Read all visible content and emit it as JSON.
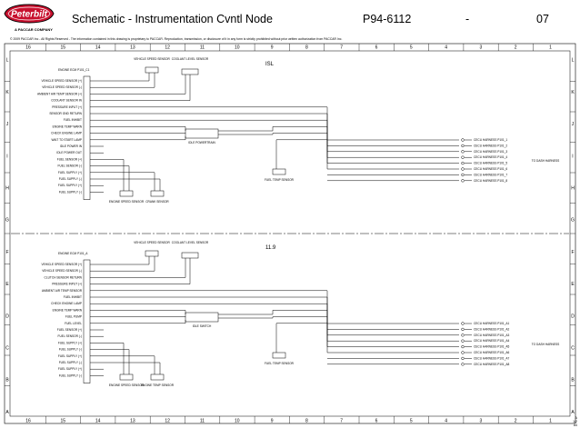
{
  "header": {
    "logo_text": "Peterbilt",
    "company": "A PACCAR COMPANY",
    "title": "Schematic - Instrumentation Cvntl Node",
    "doc_number": "P94-6112",
    "dash": "-",
    "revision": "07",
    "copyright": "© 2009 PACCAR Inc - All Rights Reserved - The information contained in this drawing is proprietary to PACCAR. Reproduction, transmission, or disclosure of it in any form is strictly prohibited without prior written authorization from PACCAR Inc."
  },
  "grid": {
    "columns": [
      "16",
      "15",
      "14",
      "13",
      "12",
      "11",
      "10",
      "9",
      "8",
      "7",
      "6",
      "5",
      "4",
      "3",
      "2",
      "1"
    ],
    "rows": [
      "L",
      "K",
      "J",
      "I",
      "H",
      "G",
      "F",
      "E",
      "D",
      "C",
      "B",
      "A"
    ]
  },
  "sections": {
    "upper": {
      "label": "ISL",
      "ecm_label": "ENGINE ECM  P101_C1",
      "ecm_pins": [
        "VEHICLE SPEED SENSOR (+)",
        "VEHICLE SPEED SENSOR (-)",
        "AMBIENT AIR TEMP SENSOR (+)",
        "COOLANT SENSOR IN",
        "PRESSURE INPUT (+)",
        "SENSOR GND RETURN",
        "FUEL INHIBIT",
        "ENGINE TEMP WARN",
        "CHECK ENGINE LAMP",
        "WAIT TO START LAMP",
        "IDLE POWER IN",
        "IDLE POWER OUT",
        "FUEL SENSOR (+)",
        "FUEL SENSOR (-)",
        "FUEL SUPPLY (+)",
        "FUEL SUPPLY (-)",
        "FUEL SUPPLY (+)",
        "FUEL SUPPLY (-)"
      ],
      "vss_label": "VEHICLE SPEED SENSOR",
      "coolant_label": "COOLANT LEVEL SENSOR",
      "idle_label": "IDLE POWERTRAIN",
      "fuel_temp_label": "FUEL TEMP SENSOR",
      "engine_speed_label": "ENGINE SPEED SENSOR",
      "crank_label": "CRANK SENSOR",
      "to_dash_label": "TO DASH HARNESS",
      "harness_lines": [
        "CECU HARNESS P101_1",
        "CECU HARNESS P101_2",
        "CECU HARNESS P101_3",
        "CECU HARNESS P101_4",
        "CECU HARNESS P101_5",
        "CECU HARNESS P101_6",
        "CECU HARNESS P101_7",
        "CECU HARNESS P101_8"
      ]
    },
    "lower": {
      "label": "11.9",
      "ecm_label": "ENGINE ECM  P101_A",
      "ecm_pins": [
        "VEHICLE SPEED SENSOR (+)",
        "VEHICLE SPEED SENSOR (-)",
        "CLUTCH SENSOR RETURN",
        "PRESSURE INPUT (+)",
        "AMBIENT AIR TEMP SENSOR",
        "FUEL INHIBIT",
        "CHECK ENGINE LAMP",
        "ENGINE TEMP WARN",
        "FUEL PUMP",
        "FUEL LEVEL",
        "FUEL SENSOR (+)",
        "FUEL SENSOR (-)",
        "FUEL SUPPLY (+)",
        "FUEL SUPPLY (-)",
        "FUEL SUPPLY (+)",
        "FUEL SUPPLY (-)",
        "FUEL SUPPLY (+)",
        "FUEL SUPPLY (-)"
      ],
      "vss_label": "VEHICLE SPEED SENSOR",
      "coolant_label": "COOLANT LEVEL SENSOR",
      "idle_label": "IDLE SWITCH",
      "fuel_temp_label": "FUEL TEMP SENSOR",
      "engine_speed_label": "ENGINE SPEED SENSOR",
      "crank_label": "ENGINE TEMP SENSOR",
      "to_dash_label": "TO DASH HARNESS",
      "harness_lines": [
        "CECU HARNESS P101_A1",
        "CECU HARNESS P101_A2",
        "CECU HARNESS P101_A3",
        "CECU HARNESS P101_A4",
        "CECU HARNESS P101_A5",
        "CECU HARNESS P101_A6",
        "CECU HARNESS P101_A7",
        "CECU HARNESS P101_A8"
      ]
    }
  },
  "corner_stamp": [
    "A",
    "1/2",
    "A4"
  ],
  "colors": {
    "wire": "#000000",
    "logo_red": "#c8102e"
  }
}
